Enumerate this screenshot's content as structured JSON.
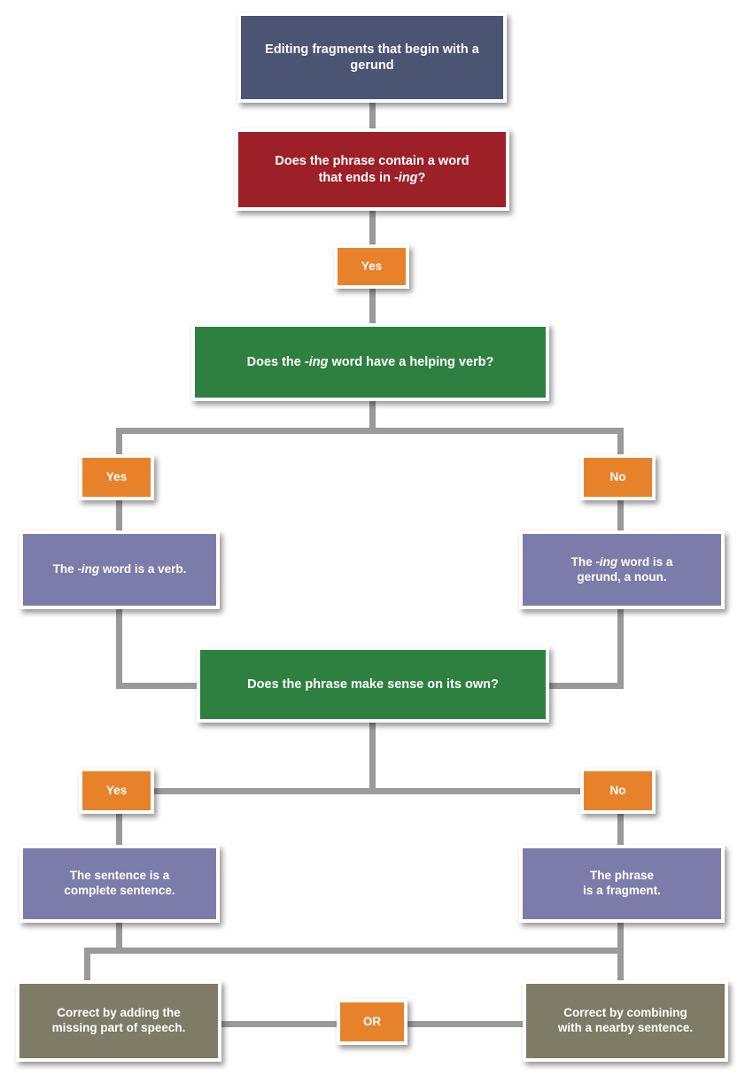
{
  "diagram": {
    "title": "Editing fragments that begin with a gerund",
    "nodes": {
      "start": {
        "label": "Editing fragments that begin with a gerund",
        "color": "#4b5473",
        "kind": "start"
      },
      "q_ing": {
        "line1": "Does the phrase contain a word",
        "line2_pre": "that ends in ",
        "line2_em": "-ing",
        "line2_post": "?",
        "color": "#9d2028",
        "kind": "decision"
      },
      "yes_ing": {
        "label": "Yes",
        "color": "#e8822a",
        "kind": "branch-label"
      },
      "q_helping": {
        "pre": "Does the ",
        "em": "-ing",
        "post": " word have a helping verb?",
        "color": "#2e8040",
        "kind": "decision"
      },
      "yes_helping": {
        "label": "Yes",
        "color": "#e8822a",
        "kind": "branch-label"
      },
      "no_helping": {
        "label": "No",
        "color": "#e8822a",
        "kind": "branch-label"
      },
      "verb": {
        "pre": "The ",
        "em": "-ing",
        "post": " word is a verb.",
        "color": "#7c7caa",
        "kind": "result"
      },
      "gerund": {
        "pre": "The ",
        "em": "-ing",
        "post": " word is a",
        "line2": "gerund, a noun.",
        "color": "#7c7caa",
        "kind": "result"
      },
      "q_sense": {
        "label": "Does the phrase make sense on its own?",
        "color": "#2e8040",
        "kind": "decision"
      },
      "yes_sense": {
        "label": "Yes",
        "color": "#e8822a",
        "kind": "branch-label"
      },
      "no_sense": {
        "label": "No",
        "color": "#e8822a",
        "kind": "branch-label"
      },
      "complete": {
        "line1": "The sentence is a",
        "line2": "complete sentence.",
        "color": "#7c7caa",
        "kind": "result"
      },
      "fragment": {
        "line1": "The phrase",
        "line2": "is a fragment.",
        "color": "#7c7caa",
        "kind": "result"
      },
      "fix_add": {
        "line1": "Correct by adding the",
        "line2": "missing part of speech.",
        "color": "#7e7b66",
        "kind": "action"
      },
      "or": {
        "label": "OR",
        "color": "#e8822a",
        "kind": "connector-label"
      },
      "fix_combine": {
        "line1": "Correct by combining",
        "line2": "with a nearby sentence.",
        "color": "#7e7b66",
        "kind": "action"
      }
    },
    "palette": {
      "navy": "#4b5473",
      "red": "#9d2028",
      "green": "#2e8040",
      "orange": "#e8822a",
      "purple": "#7c7caa",
      "olive": "#7e7b66",
      "connector": "#9a9a9a",
      "text": "#ffffff",
      "background": "#ffffff"
    }
  }
}
